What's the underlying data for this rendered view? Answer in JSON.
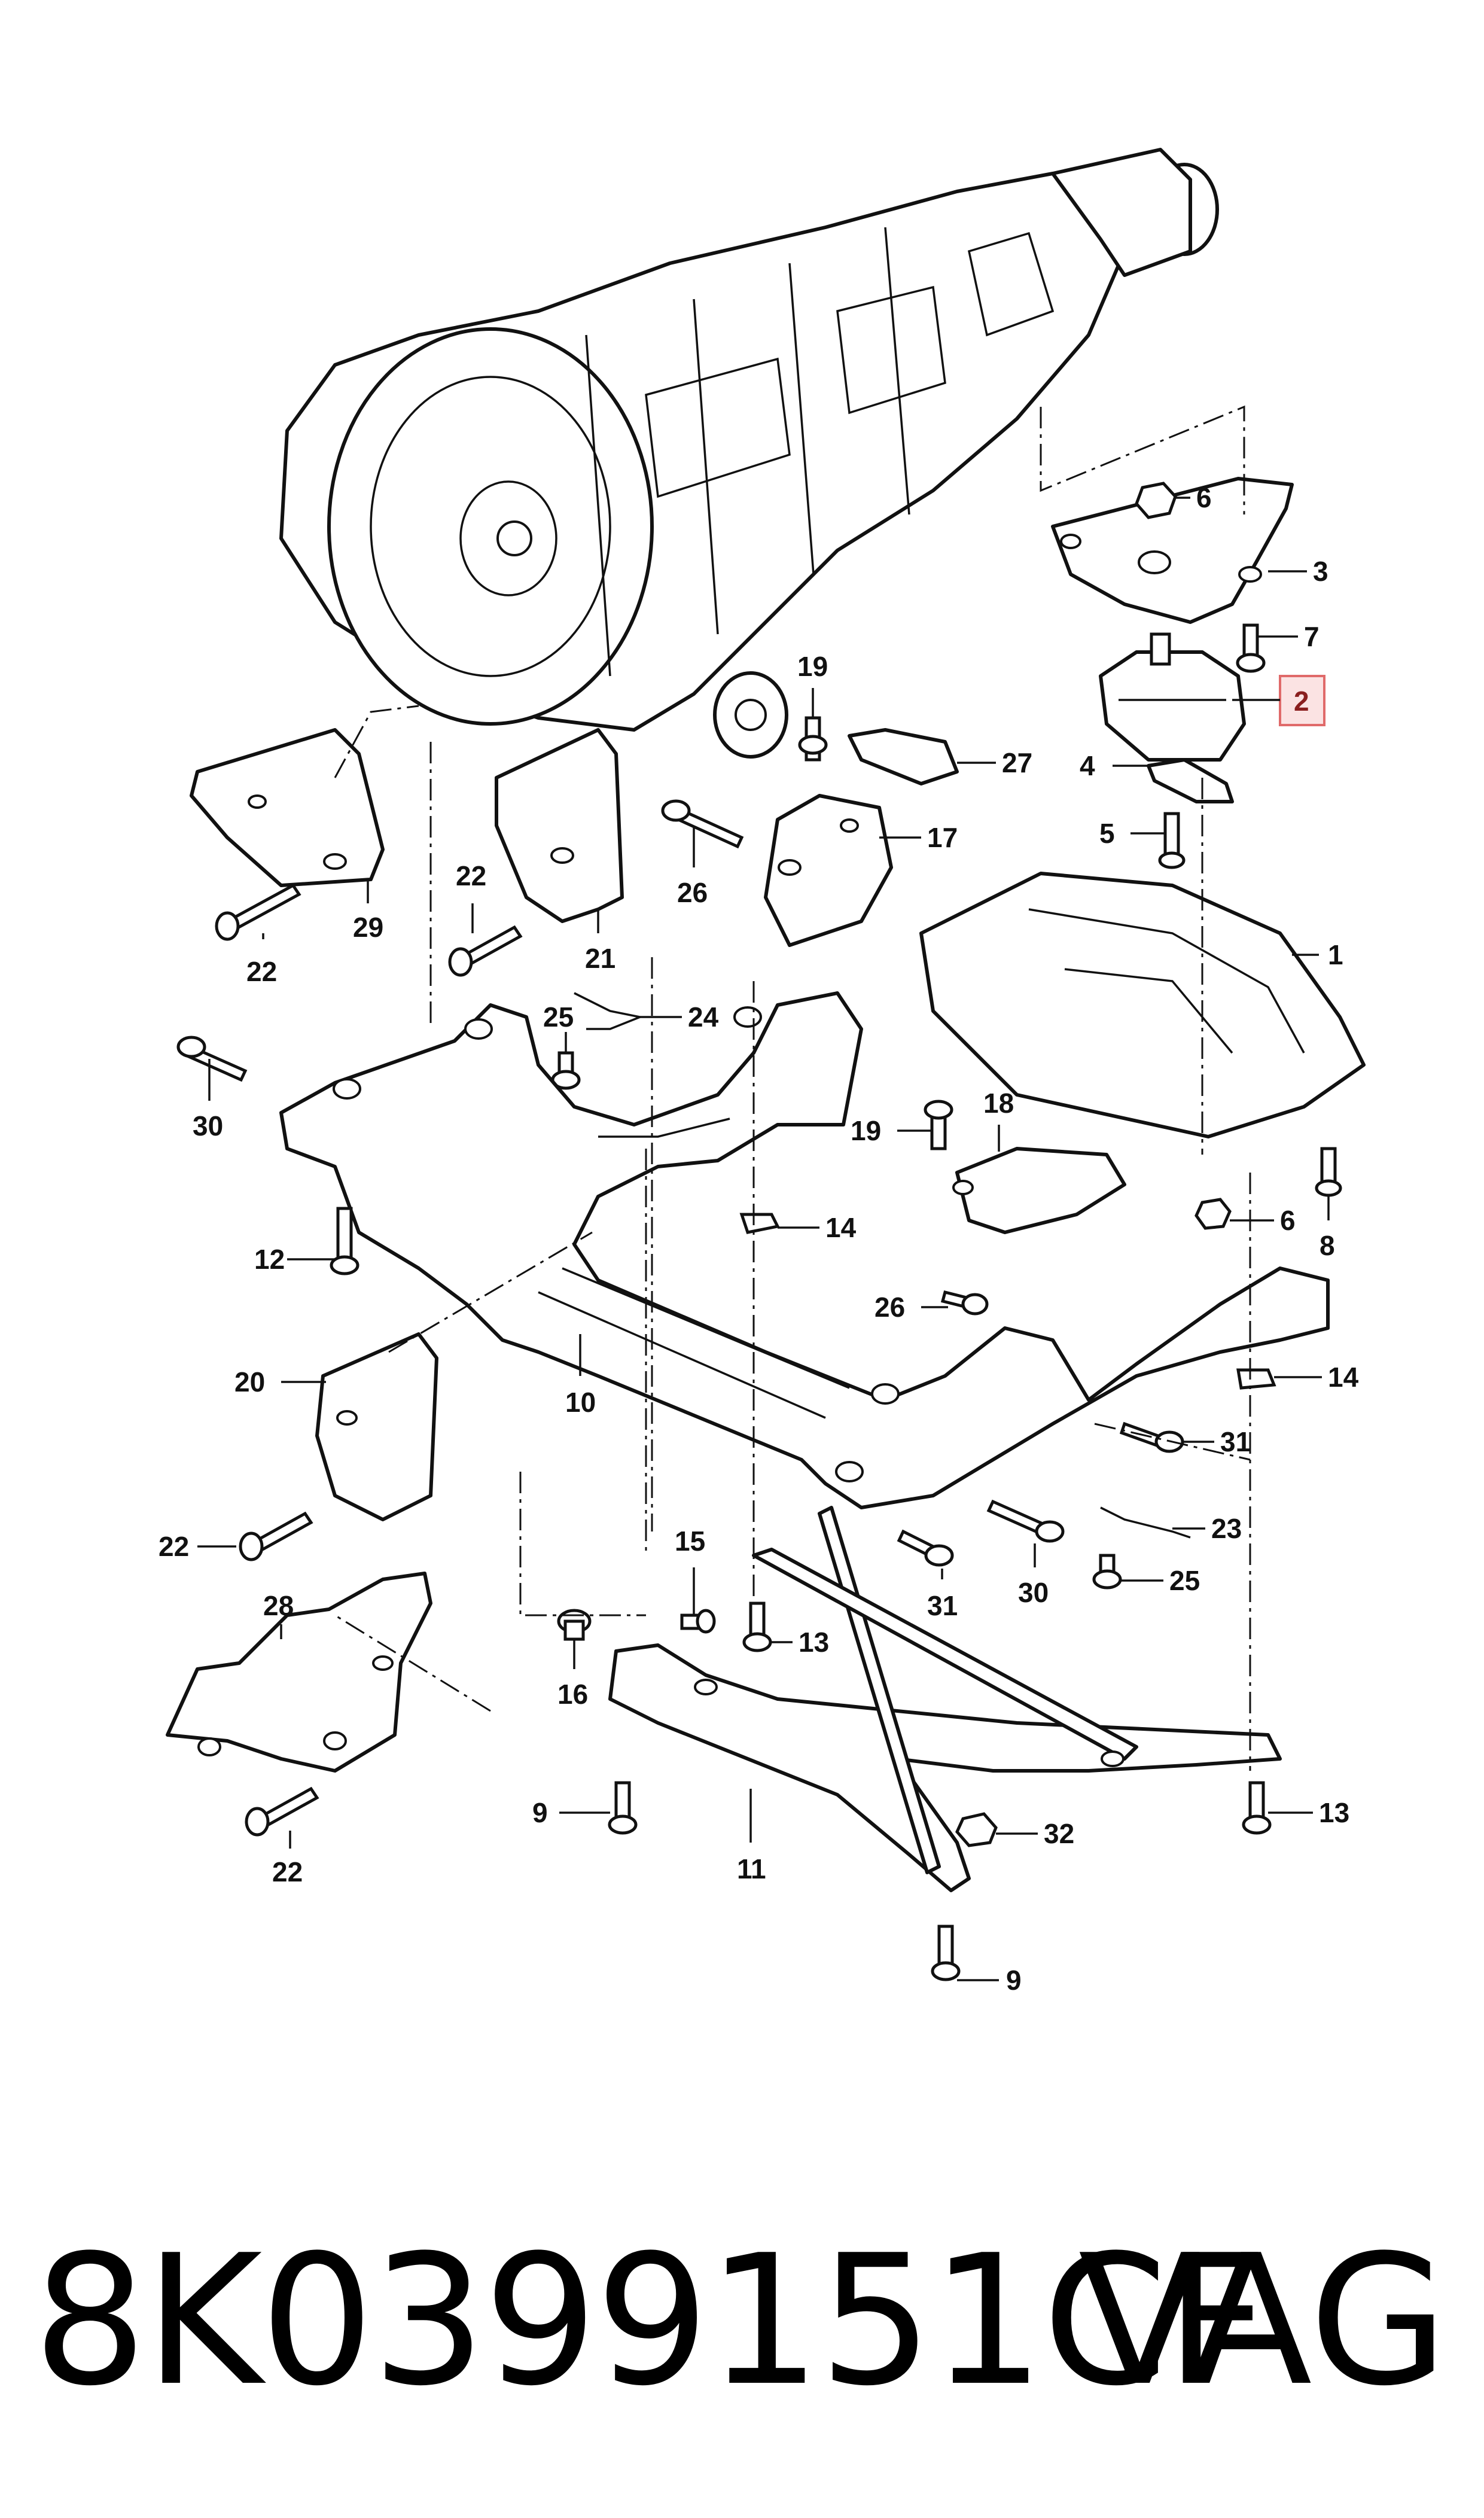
{
  "callouts": [
    {
      "id": "c1",
      "label": "1"
    },
    {
      "id": "c2",
      "label": "2",
      "highlight": true
    },
    {
      "id": "c3",
      "label": "3"
    },
    {
      "id": "c4",
      "label": "4"
    },
    {
      "id": "c5",
      "label": "5"
    },
    {
      "id": "c6a",
      "label": "6"
    },
    {
      "id": "c6b",
      "label": "6"
    },
    {
      "id": "c7",
      "label": "7"
    },
    {
      "id": "c8",
      "label": "8"
    },
    {
      "id": "c9a",
      "label": "9"
    },
    {
      "id": "c9b",
      "label": "9"
    },
    {
      "id": "c10",
      "label": "10"
    },
    {
      "id": "c11",
      "label": "11"
    },
    {
      "id": "c12",
      "label": "12"
    },
    {
      "id": "c13a",
      "label": "13"
    },
    {
      "id": "c13b",
      "label": "13"
    },
    {
      "id": "c14a",
      "label": "14"
    },
    {
      "id": "c14b",
      "label": "14"
    },
    {
      "id": "c15",
      "label": "15"
    },
    {
      "id": "c16",
      "label": "16"
    },
    {
      "id": "c17",
      "label": "17"
    },
    {
      "id": "c18",
      "label": "18"
    },
    {
      "id": "c19a",
      "label": "19"
    },
    {
      "id": "c19b",
      "label": "19"
    },
    {
      "id": "c20",
      "label": "20"
    },
    {
      "id": "c21",
      "label": "21"
    },
    {
      "id": "c22a",
      "label": "22"
    },
    {
      "id": "c22b",
      "label": "22"
    },
    {
      "id": "c22c",
      "label": "22"
    },
    {
      "id": "c22d",
      "label": "22"
    },
    {
      "id": "c23",
      "label": "23"
    },
    {
      "id": "c24",
      "label": "24"
    },
    {
      "id": "c25a",
      "label": "25"
    },
    {
      "id": "c25b",
      "label": "25"
    },
    {
      "id": "c26a",
      "label": "26"
    },
    {
      "id": "c26b",
      "label": "26"
    },
    {
      "id": "c27",
      "label": "27"
    },
    {
      "id": "c28",
      "label": "28"
    },
    {
      "id": "c29",
      "label": "29"
    },
    {
      "id": "c30a",
      "label": "30"
    },
    {
      "id": "c30b",
      "label": "30"
    },
    {
      "id": "c31a",
      "label": "31"
    },
    {
      "id": "c31b",
      "label": "31"
    },
    {
      "id": "c32",
      "label": "32"
    }
  ],
  "colors": {
    "line": "#111111",
    "highlight_border": "#e06a6a",
    "highlight_fill": "#fbe3e3"
  },
  "footer": {
    "part_number": "8K0399151CF",
    "brand": "VAG"
  }
}
